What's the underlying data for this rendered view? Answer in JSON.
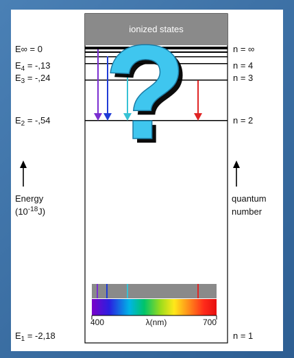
{
  "top_band": {
    "label": "ionized states",
    "color": "#8a8a8a"
  },
  "levels": [
    {
      "left": "E∞ = 0",
      "right": "n = ∞"
    },
    {
      "left_base": "E",
      "left_sub": "4",
      "left_rest": " = -,13",
      "right": "n = 4"
    },
    {
      "left_base": "E",
      "left_sub": "3",
      "left_rest": " = -,24",
      "right": "n = 3"
    },
    {
      "left_base": "E",
      "left_sub": "2",
      "left_rest": " = -,54",
      "right": "n = 2"
    },
    {
      "left_base": "E",
      "left_sub": "1",
      "left_rest": " = -2,18",
      "right": "n = 1"
    }
  ],
  "axis_left": {
    "line1": "Energy",
    "line2_base": "(10",
    "line2_sup": "-18",
    "line2_rest": "J)"
  },
  "axis_right": {
    "line1": "quantum",
    "line2": "number"
  },
  "spectrum": {
    "min": "400",
    "mid": "λ(nm)",
    "max": "700"
  },
  "transitions": [
    {
      "color": "#7a2ed0"
    },
    {
      "color": "#1f3bd6"
    },
    {
      "color": "#37c2d4"
    },
    {
      "color": "#e02424"
    }
  ],
  "overlay": {
    "glyph": "?",
    "color": "#3fc6ef"
  }
}
